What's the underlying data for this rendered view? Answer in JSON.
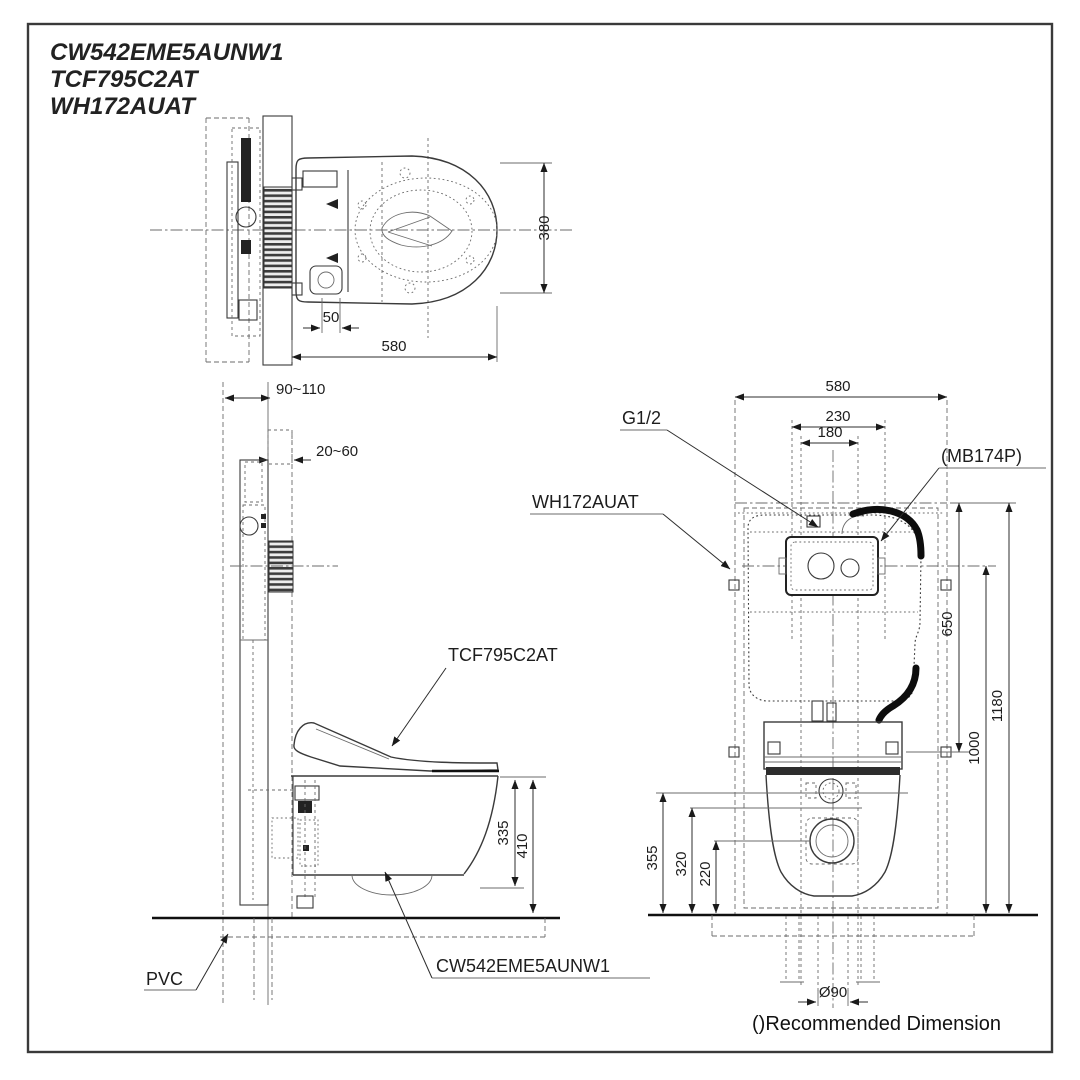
{
  "drawing": {
    "title_block": {
      "lines": [
        "CW542EME5AUNW1",
        "TCF795C2AT",
        "WH172AUAT"
      ]
    },
    "top_view": {
      "dim_depth": "380",
      "dim_offset": "50",
      "dim_width": "580"
    },
    "side_view": {
      "dim_frame_depth": "90~110",
      "dim_finish_thickness": "20~60",
      "dim_bowl_underside": "335",
      "dim_rim_height": "410",
      "label_washlet": "TCF795C2AT",
      "label_pvc": "PVC",
      "label_bowl": "CW542EME5AUNW1"
    },
    "front_view": {
      "dim_width": "580",
      "dim_span_outer": "230",
      "dim_span_inner": "180",
      "dim_tank_drop": "650",
      "dim_plate_center_height": "1000",
      "dim_frame_height": "1180",
      "dim_h_355": "355",
      "dim_h_320": "320",
      "dim_h_220": "220",
      "dim_drain": "Ø90",
      "label_inlet": "G1/2",
      "label_bracket": "(MB174P)",
      "label_frame": "WH172AUAT"
    },
    "footnote": "()Recommended Dimension"
  },
  "colors": {
    "background": "#ffffff",
    "line": "#3a3a3a",
    "accent": "#111111"
  }
}
